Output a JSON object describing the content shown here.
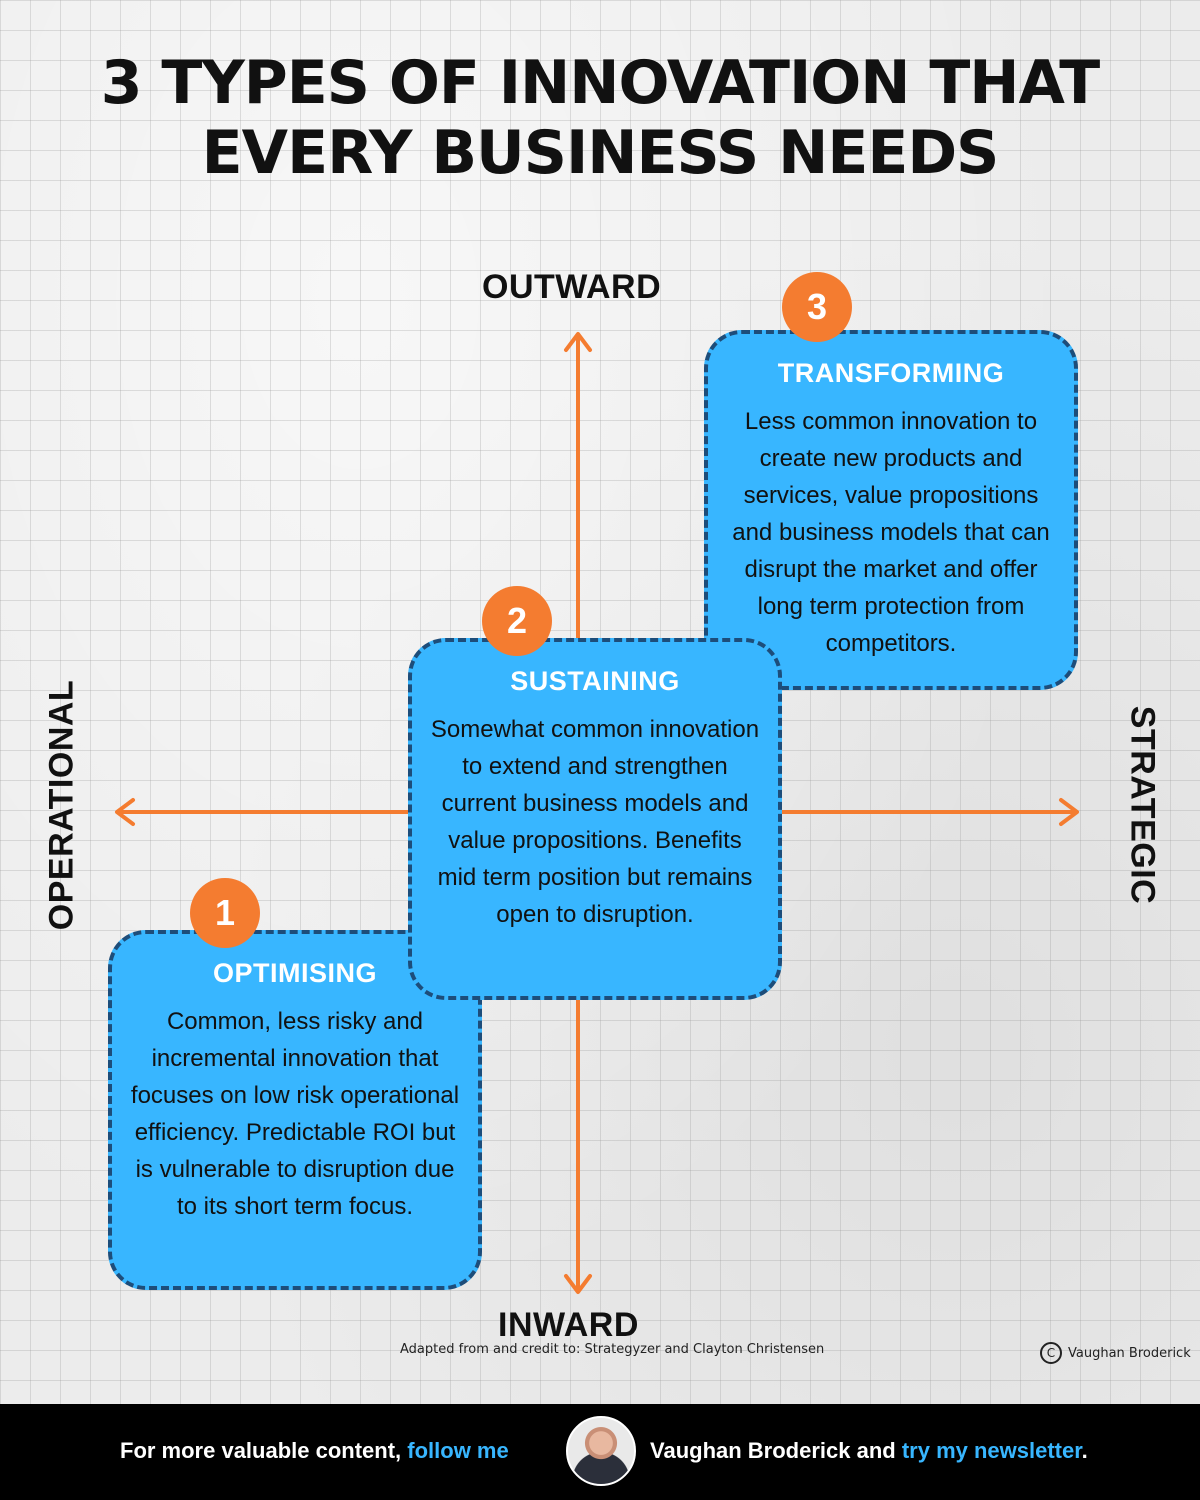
{
  "title": {
    "line1": "3 TYPES OF INNOVATION THAT",
    "line2": "EVERY BUSINESS NEEDS"
  },
  "axes": {
    "top": "OUTWARD",
    "bottom": "INWARD",
    "left": "OPERATIONAL",
    "right": "STRATEGIC",
    "arrow_color": "#f47c30"
  },
  "cards": [
    {
      "number": "1",
      "title": "OPTIMISING",
      "body": "Common, less risky and incremental innovation that focuses on low risk operational efficiency. Predictable ROI but is vulnerable to disruption due to its short term focus."
    },
    {
      "number": "2",
      "title": "SUSTAINING",
      "body": "Somewhat common innovation to extend and strengthen current business models and value propositions. Benefits mid term position but remains open to disruption."
    },
    {
      "number": "3",
      "title": "TRANSFORMING",
      "body": "Less common innovation to create new products and services, value propositions and business models that can disrupt the market and offer long term protection from competitors."
    }
  ],
  "colors": {
    "card_fill": "#38b6ff",
    "card_border": "#1d4d7a",
    "badge": "#f47c30",
    "footer_bg": "#000000",
    "link": "#38b6ff"
  },
  "credit": "Adapted from and credit to: Strategyzer and Clayton Christensen",
  "copyright": {
    "icon": "copyright-icon",
    "glyph": "C",
    "text": "Vaughan Broderick"
  },
  "footer": {
    "text1": "For more valuable content, ",
    "link1": "follow me",
    "name": "Vaughan Broderick and ",
    "link2": "try my newsletter",
    "period": "."
  }
}
